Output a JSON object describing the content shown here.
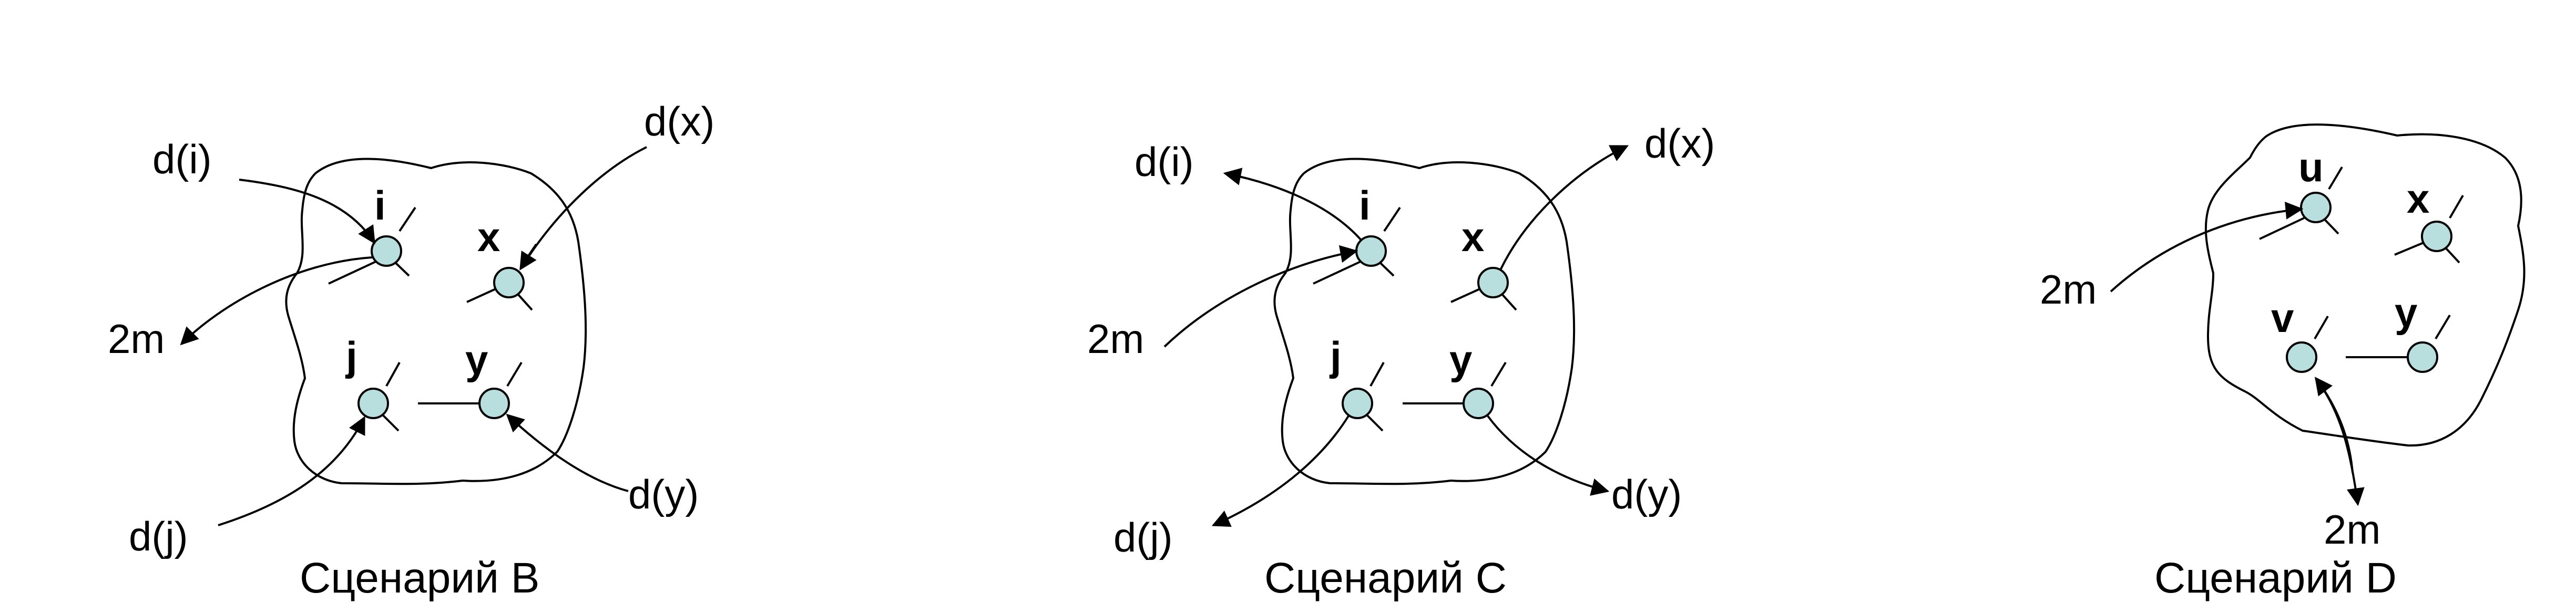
{
  "scenarios": [
    {
      "caption": "Сценарий B",
      "nodes": {
        "i": "i",
        "x": "x",
        "j": "j",
        "y": "y"
      },
      "externals": {
        "di": "d(i)",
        "dx": "d(x)",
        "dj": "d(j)",
        "dy": "d(y)",
        "m": "2m"
      }
    },
    {
      "caption": "Сценарий C",
      "nodes": {
        "i": "i",
        "x": "x",
        "j": "j",
        "y": "y"
      },
      "externals": {
        "di": "d(i)",
        "dx": "d(x)",
        "dj": "d(j)",
        "dy": "d(y)",
        "m": "2m"
      }
    },
    {
      "caption": "Сценарий D",
      "nodes": {
        "u": "u",
        "x": "x",
        "v": "v",
        "y": "y"
      },
      "externals": {
        "m1": "2m",
        "m2": "2m"
      }
    }
  ],
  "colors": {
    "node_fill": "#b9dede",
    "stroke": "#000000"
  }
}
